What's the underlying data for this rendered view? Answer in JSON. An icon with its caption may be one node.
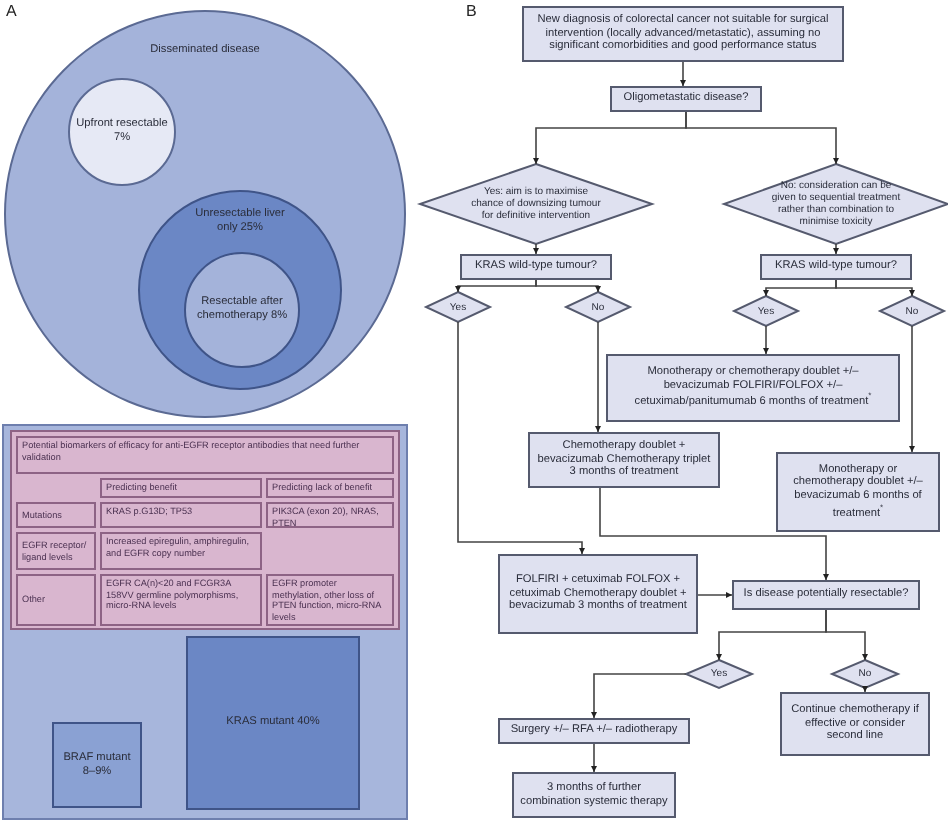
{
  "diagram": {
    "nodes": [
      {
        "text": [
          "Disseminated disease"
        ]
      },
      {
        "text": [
          "Upfront resectable 7%"
        ],
        "in": 0
      },
      {
        "text": [
          "Unresectable liver only 25%"
        ],
        "in": 0
      },
      {
        "text": [
          "Resectable after chemotherapy 8%"
        ],
        "in": 2
      },
      {
        "text": [
          "KRAS mutant 40%"
        ]
      },
      {
        "text": [
          "BRAF mutant 8–9%"
        ]
      },
      {
        "text": [
          "New diagnosis of colorectal cancer not suitable for surgical intervention (locally advanced/metastatic), assuming no significant comorbidities and good performance status"
        ]
      },
      {
        "text": [
          "Oligometastatic disease?"
        ]
      },
      {
        "text": [
          "Yes: aim is to maximise chance of downsizing tumour for definitive intervention"
        ]
      },
      {
        "text": [
          "No: consideration can be given to sequential treatment rather than combination to minimise toxicity"
        ]
      },
      {
        "text": [
          "KRAS wild-type tumour?"
        ]
      },
      {
        "text": [
          "KRAS wild-type tumour?"
        ]
      },
      {
        "text": [
          "Yes"
        ]
      },
      {
        "text": [
          "No"
        ]
      },
      {
        "text": [
          "Yes"
        ]
      },
      {
        "text": [
          "No"
        ]
      },
      {
        "text": [
          "Monotherapy or chemotherapy doublet +/– bevacizumab FOLFIRI/FOLFOX +/– cetuximab/panitumumab 6 months of treatment$^{*}$"
        ]
      },
      {
        "text": [
          "Chemotherapy doublet + bevacizumab Chemotherapy triplet 3 months of treatment"
        ]
      },
      {
        "text": [
          "Monotherapy or chemotherapy doublet +/– bevacizumab 6 months of treatment$^{*}$"
        ]
      },
      {
        "text": [
          "FOLFIRI + cetuximab FOLFOX + cetuximab Chemotherapy doublet + bevacizumab 3 months of treatment"
        ]
      },
      {
        "text": [
          "Is disease potentially resectable?"
        ]
      },
      {
        "text": [
          "Yes"
        ]
      },
      {
        "text": [
          "No"
        ]
      },
      {
        "text": [
          "Surgery +/– RFA +/– radiotherapy"
        ]
      },
      {
        "text": [
          "3 months of further combination systemic therapy"
        ]
      },
      {
        "text": [
          "Continue chemotherapy if effective or consider second line"
        ]
      }
    ],
    "edges": [
      {
        "from": 6,
        "to": 7,
        "arrow": "to"
      },
      {
        "from": 7,
        "to": 8,
        "arrow": "to"
      },
      {
        "from": 7,
        "to": 9,
        "arrow": "to"
      },
      {
        "from": 8,
        "to": 10,
        "arrow": "to"
      },
      {
        "from": 9,
        "to": 11,
        "arrow": "to"
      },
      {
        "from": 10,
        "to": 12,
        "arrow": "to"
      },
      {
        "from": 10,
        "to": 13,
        "arrow": "to"
      },
      {
        "from": 11,
        "to": 14,
        "arrow": "to"
      },
      {
        "from": 11,
        "to": 15,
        "arrow": "to"
      },
      {
        "from": 14,
        "to": 16,
        "arrow": "to"
      },
      {
        "from": 13,
        "to": 17,
        "arrow": "to"
      },
      {
        "from": 15,
        "to": 18,
        "arrow": "to"
      },
      {
        "from": 12,
        "to": 19,
        "arrow": "to"
      },
      {
        "from": 17,
        "to": 20,
        "arrow": "to"
      },
      {
        "from": 19,
        "to": 20,
        "arrow": "to"
      },
      {
        "from": 20,
        "to": 21,
        "arrow": "to"
      },
      {
        "from": 20,
        "to": 22,
        "arrow": "to"
      },
      {
        "from": 21,
        "to": 23,
        "arrow": "to"
      },
      {
        "from": 22,
        "to": 25,
        "arrow": "to"
      },
      {
        "from": 23,
        "to": 24,
        "arrow": "to"
      }
    ],
    "labels": [
      "A",
      "B",
      "Potential biomarkers of efficacy for anti-EGFR receptor antibodies that need further validation",
      "Predicting benefit",
      "Predicting lack of benefit",
      "Mutations",
      "KRAS p.G13D; TP53",
      "PIK3CA (exon 20), NRAS, PTEN",
      "EGFR receptor/ ligand levels",
      "Increased epiregulin, amphiregulin, and EGFR copy number",
      "Other",
      "EGFR CA(n)<20 and FCGR3A 158VV germline polymorphisms, micro-RNA levels",
      "EGFR promoter methylation, other loss of PTEN function, micro-RNA levels"
    ]
  }
}
